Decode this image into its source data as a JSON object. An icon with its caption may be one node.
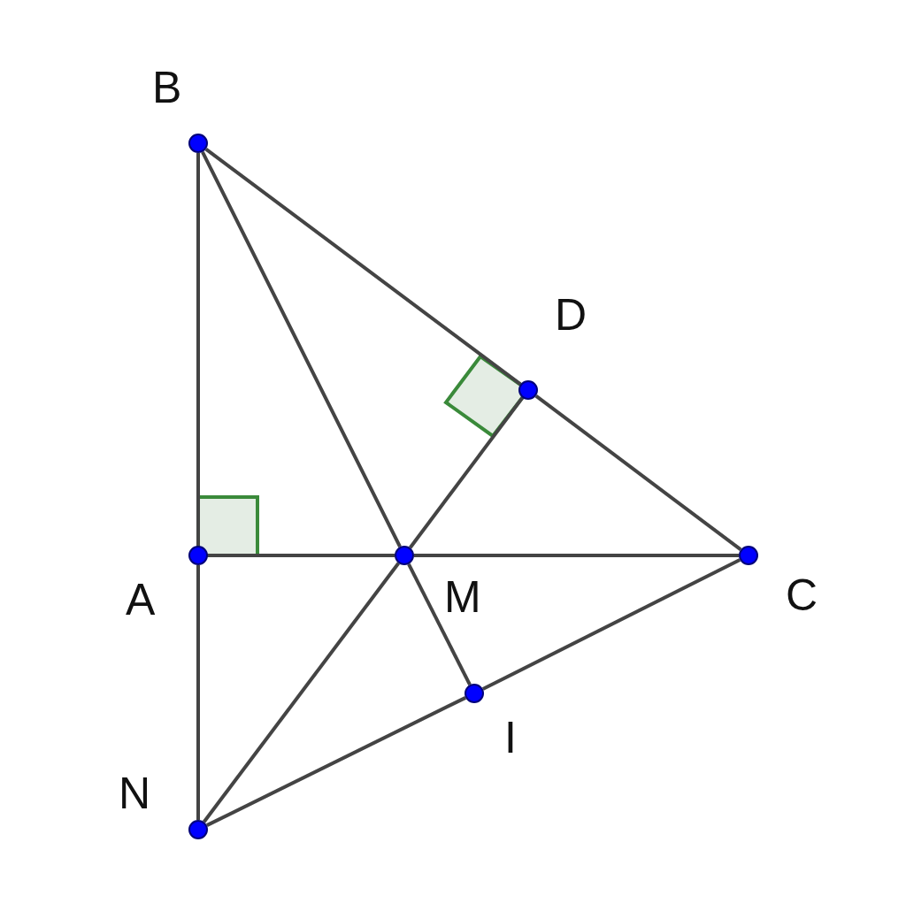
{
  "diagram": {
    "nodes": [
      {
        "text": [
          "B"
        ]
      },
      {
        "text": [
          "D"
        ]
      },
      {
        "text": [
          "A"
        ]
      },
      {
        "text": [
          "M"
        ]
      },
      {
        "text": [
          "C"
        ]
      },
      {
        "text": [
          "I"
        ]
      },
      {
        "text": [
          "N"
        ]
      }
    ],
    "edges": [
      {
        "from": 0,
        "to": 2,
        "arrow": "none"
      },
      {
        "from": 2,
        "to": 6,
        "arrow": "none"
      },
      {
        "from": 0,
        "to": 1,
        "arrow": "none"
      },
      {
        "from": 1,
        "to": 4,
        "arrow": "none"
      },
      {
        "from": 0,
        "to": 3,
        "arrow": "none"
      },
      {
        "from": 3,
        "to": 5,
        "arrow": "none"
      },
      {
        "from": 2,
        "to": 3,
        "arrow": "none"
      },
      {
        "from": 3,
        "to": 4,
        "arrow": "none"
      },
      {
        "from": 1,
        "to": 3,
        "arrow": "none"
      },
      {
        "from": 3,
        "to": 6,
        "arrow": "none"
      },
      {
        "from": 6,
        "to": 5,
        "arrow": "none"
      },
      {
        "from": 5,
        "to": 4,
        "arrow": "none"
      }
    ]
  }
}
